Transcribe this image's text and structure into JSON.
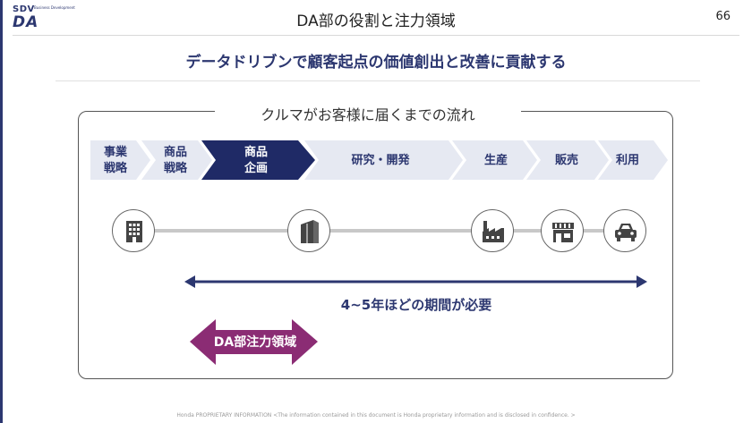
{
  "logo": {
    "sdv": "SDV",
    "sub": "Business Development",
    "da": "DA"
  },
  "slide": {
    "title": "DA部の役割と注力領域",
    "page_number": "66",
    "subtitle": "データドリブンで顧客起点の価値創出と改善に貢献する"
  },
  "diagram": {
    "title": "クルマがお客様に届くまでの流れ",
    "stages": [
      {
        "label_1": "事業",
        "label_2": "戦略",
        "active": false
      },
      {
        "label_1": "商品",
        "label_2": "戦略",
        "active": false
      },
      {
        "label_1": "商品",
        "label_2": "企画",
        "active": true
      },
      {
        "label_1": "研究・開発",
        "label_2": "",
        "active": false
      },
      {
        "label_1": "生産",
        "label_2": "",
        "active": false
      },
      {
        "label_1": "販売",
        "label_2": "",
        "active": false
      },
      {
        "label_1": "利用",
        "label_2": "",
        "active": false
      }
    ],
    "icons": [
      "office-building-icon",
      "corporate-building-icon",
      "factory-icon",
      "store-icon",
      "car-icon"
    ],
    "period_label": "4~5年ほどの期間が必要",
    "focus_label": "DA部注力領域"
  },
  "colors": {
    "navy": "#2c3770",
    "chevron_light": "#e6e9f2",
    "chevron_active": "#1f2a66",
    "focus_arrow": "#8b2c74",
    "icon_gray": "#444444"
  },
  "footer": "Honda PROPRIETARY INFORMATION <The information contained in this document is Honda proprietary information and is disclosed in confidence. >"
}
